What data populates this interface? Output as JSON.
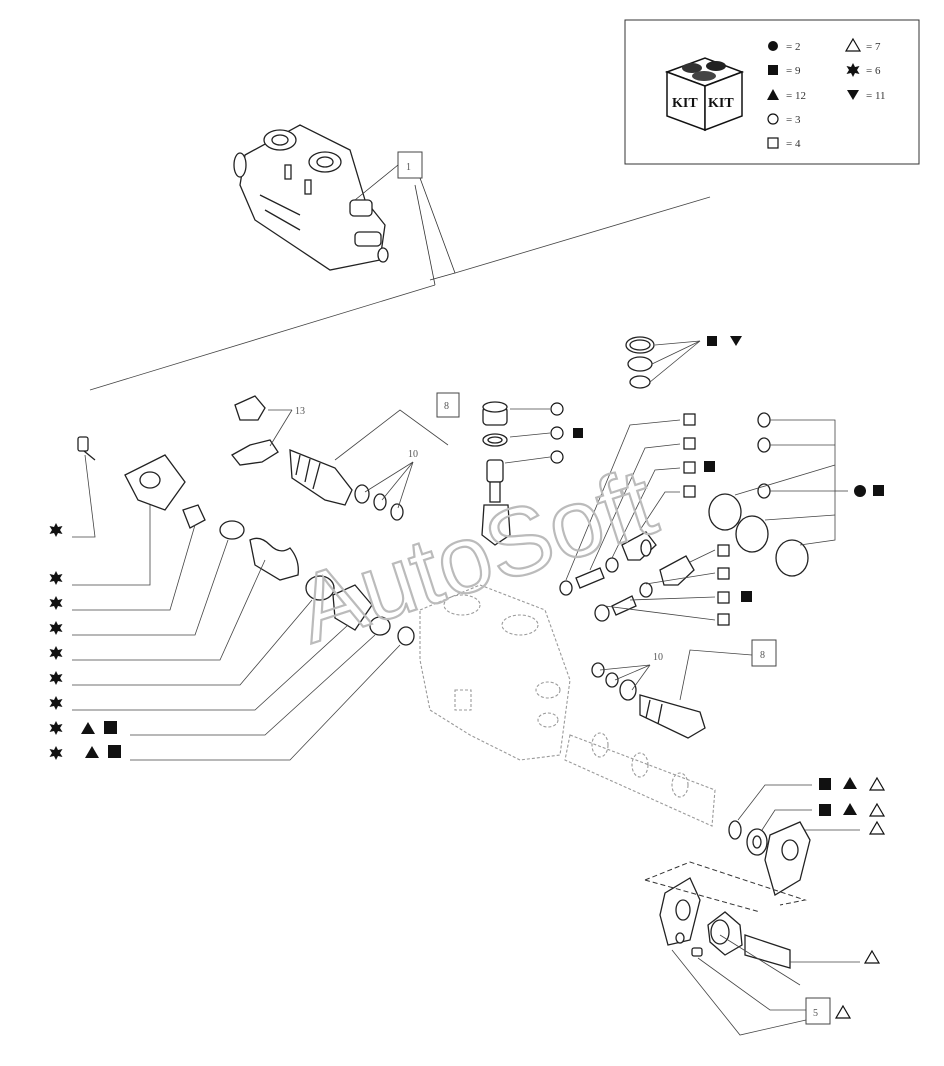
{
  "legend": {
    "kit_label": "KIT",
    "entries": [
      {
        "symbol": "filled-circle",
        "text": "= 2"
      },
      {
        "symbol": "filled-square",
        "text": "= 9"
      },
      {
        "symbol": "filled-triangle-up",
        "text": "= 12"
      },
      {
        "symbol": "open-circle",
        "text": "= 3"
      },
      {
        "symbol": "open-square",
        "text": "= 4"
      },
      {
        "symbol": "open-triangle-up",
        "text": "= 7"
      },
      {
        "symbol": "filled-star",
        "text": "= 6"
      },
      {
        "symbol": "filled-triangle-down",
        "text": "= 11"
      }
    ]
  },
  "callouts": {
    "c1": "1",
    "c13": "13",
    "c8a": "8",
    "c10a": "10",
    "c8b": "8",
    "c10b": "10",
    "c5": "5"
  },
  "watermark": "AutoSoft",
  "colors": {
    "line": "#333333",
    "faint": "#9a9a9a",
    "ink": "#111111"
  }
}
